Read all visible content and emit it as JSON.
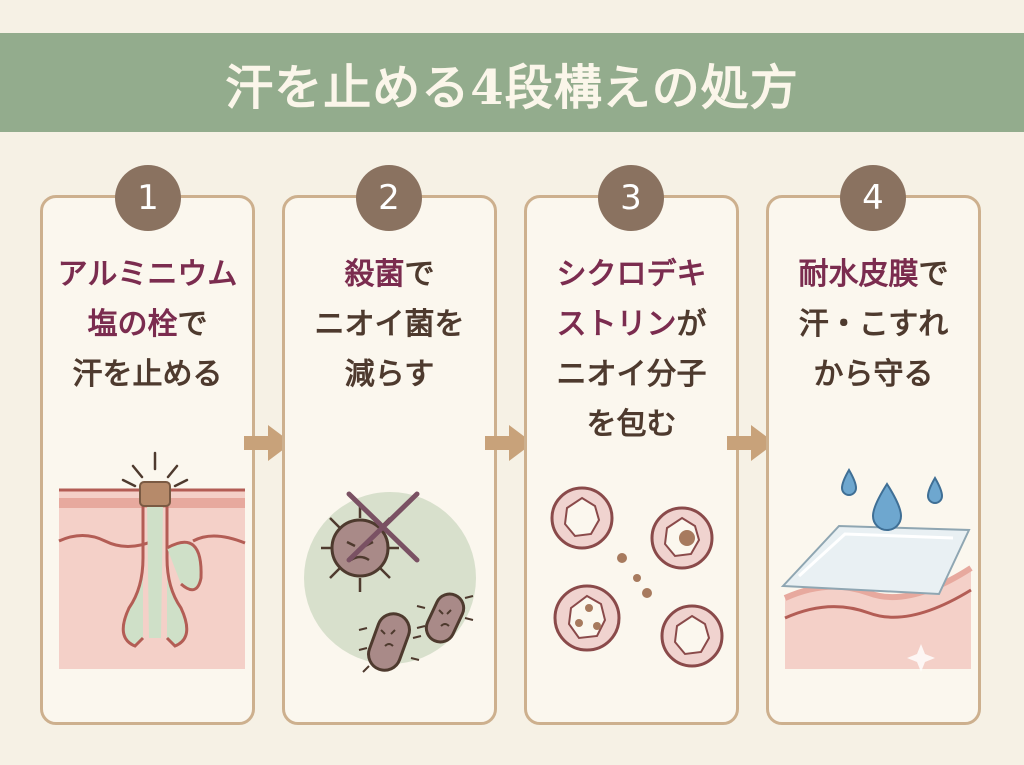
{
  "title": "汗を止める4段構えの処方",
  "steps": [
    {
      "number": "1",
      "lines": [
        {
          "hl": "アルミニウム",
          "rest": ""
        },
        {
          "hl": "塩の栓",
          "rest": "で"
        },
        {
          "hl": "",
          "rest": "汗を止める"
        }
      ]
    },
    {
      "number": "2",
      "lines": [
        {
          "hl": "殺菌",
          "rest": "で"
        },
        {
          "hl": "",
          "rest": "ニオイ菌を"
        },
        {
          "hl": "",
          "rest": "減らす"
        }
      ]
    },
    {
      "number": "3",
      "lines": [
        {
          "hl": "シクロデキ",
          "rest": ""
        },
        {
          "hl": "ストリン",
          "rest": "が"
        },
        {
          "hl": "",
          "rest": "ニオイ分子"
        },
        {
          "hl": "",
          "rest": "を包む"
        }
      ]
    },
    {
      "number": "4",
      "lines": [
        {
          "hl": "耐水皮膜",
          "rest": "で"
        },
        {
          "hl": "",
          "rest": "汗・こすれ"
        },
        {
          "hl": "",
          "rest": "から守る"
        }
      ]
    }
  ],
  "colors": {
    "banner": "#93ac8d",
    "badge": "#8a7260",
    "card_border": "#cdb08e",
    "highlight_text": "#7b2c4f",
    "body_text": "#4e3a2e"
  }
}
